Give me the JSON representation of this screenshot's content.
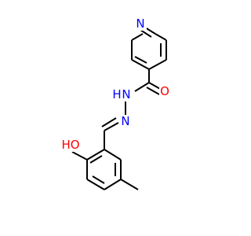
{
  "colors": {
    "background": "#ffffff",
    "bond": "#000000",
    "nitrogen": "#0000ff",
    "oxygen": "#ff0000"
  },
  "atoms": {
    "ring_n": {
      "symbol": "N",
      "element": "nitrogen"
    },
    "carbonyl_o": {
      "symbol": "O",
      "element": "oxygen"
    },
    "nh": {
      "symbol": "H",
      "element": "nitrogen"
    },
    "nh_n": {
      "symbol": "N",
      "element": "nitrogen"
    },
    "imine_n": {
      "symbol": "N",
      "element": "nitrogen"
    },
    "hydroxyl": {
      "symbol": "HO",
      "element": "oxygen"
    }
  }
}
